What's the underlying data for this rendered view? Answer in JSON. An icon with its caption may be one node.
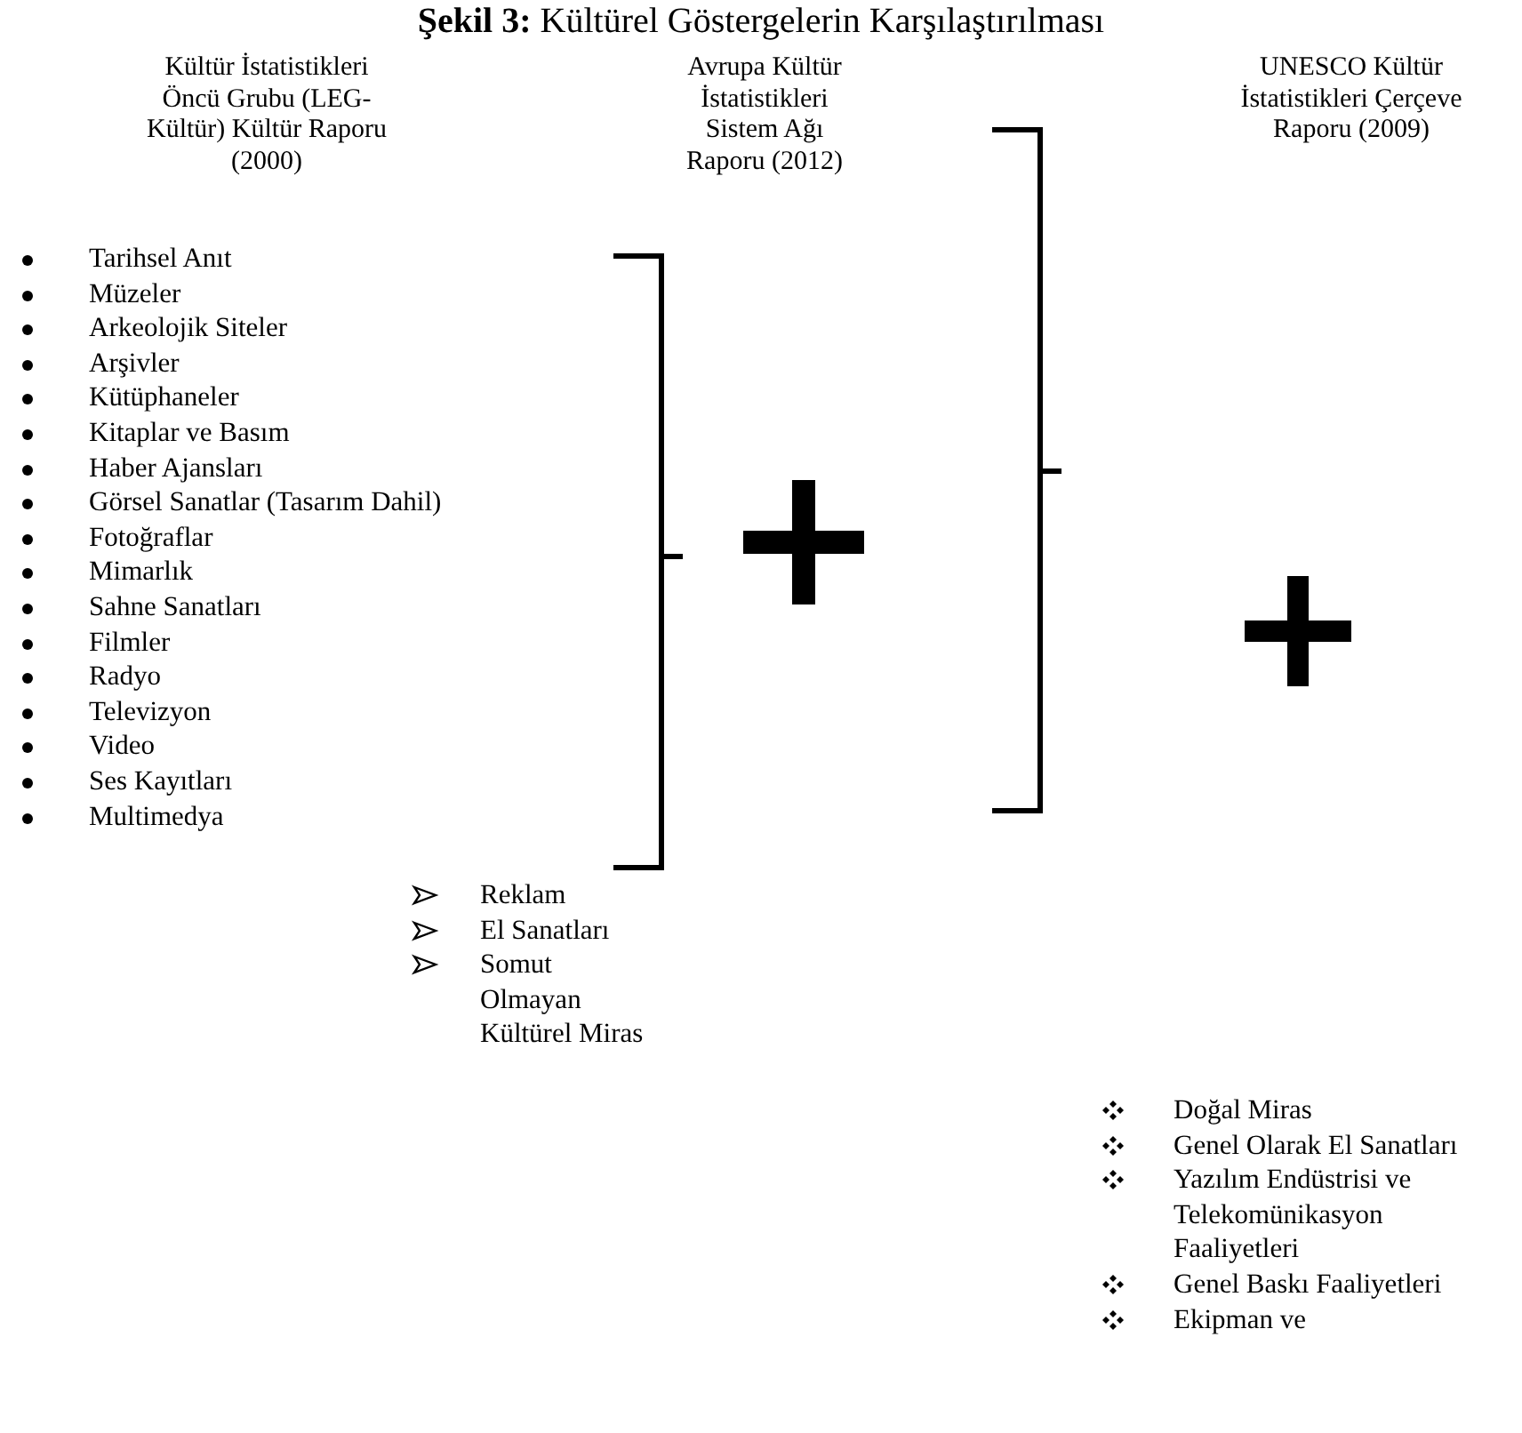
{
  "diagram": {
    "title": "**Şekil 3:** Kültürel Göstergelerin Karşılaştırılması",
    "labels": [
      "Kültür İstatistikleri Öncü Grubu (LEG-Kültür) Kültür Raporu (2000)",
      "Avrupa Kültür İstatistikleri Sistem Ağı Raporu (2012)",
      "UNESCO Kültür İstatistikleri Çerçeve Raporu (2009)",
      "Tarihsel Anıt",
      "Müzeler",
      "Arkeolojik Siteler",
      "Arşivler",
      "Kütüphaneler",
      "Kitaplar ve Basım",
      "Haber Ajansları",
      "Görsel Sanatlar (Tasarım Dahil)",
      "Fotoğraflar",
      "Mimarlık",
      "Sahne Sanatları",
      "Filmler",
      "Radyo",
      "Televizyon",
      "Video",
      "Ses Kayıtları",
      "Multimedya",
      "Reklam",
      "El Sanatları",
      "Somut Olmayan Kültürel Miras",
      "Doğal Miras",
      "Genel Olarak El Sanatları",
      "Yazılım Endüstrisi ve Telekomünikasyon Faaliyetleri",
      "Genel Baskı Faaliyetleri",
      "Ekipman ve"
    ]
  }
}
